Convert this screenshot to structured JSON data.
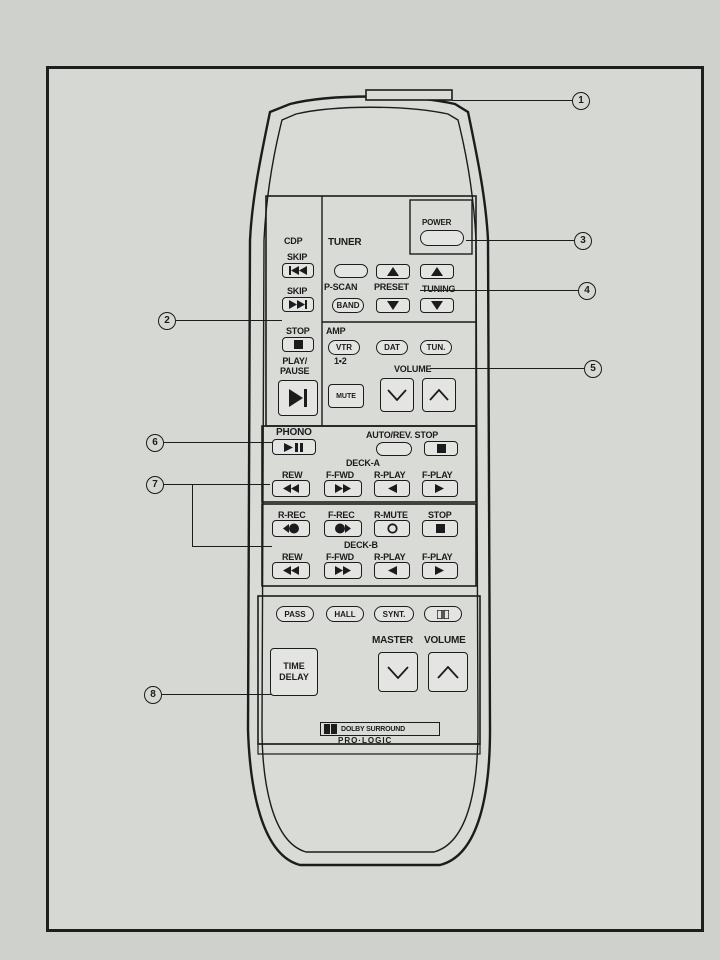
{
  "remote": {
    "tuner_label": "TUNER",
    "power": "POWER",
    "cdp": "CDP",
    "skip_back": "SKIP",
    "skip_fwd": "SKIP",
    "stop": "STOP",
    "play_pause": "PLAY/\nPAUSE",
    "p_scan": "P-SCAN",
    "band": "BAND",
    "preset": "PRESET",
    "tuning": "TUNING",
    "amp": "AMP",
    "vtr": "VTR",
    "vtr_sub": "1•2",
    "dat": "DAT",
    "tun": "TUN.",
    "volume": "VOLUME",
    "mute": "MUTE",
    "phono": "PHONO",
    "auto_rev_stop": "AUTO/REV. STOP",
    "deck_a": "DECK-A",
    "deck_b": "DECK-B",
    "rew": "REW",
    "f_fwd": "F-FWD",
    "r_play": "R-PLAY",
    "f_play": "F-PLAY",
    "r_rec": "R-REC",
    "f_rec": "F-REC",
    "r_mute": "R-MUTE",
    "stop_b": "STOP",
    "pass": "PASS",
    "hall": "HALL",
    "synt": "SYNT.",
    "master": "MASTER",
    "volume2": "VOLUME",
    "time_delay": "TIME\nDELAY",
    "dolby": "DOLBY SURROUND",
    "pro_logic": "PRO·LOGIC"
  },
  "callouts": [
    "1",
    "2",
    "3",
    "4",
    "5",
    "6",
    "7",
    "8"
  ]
}
